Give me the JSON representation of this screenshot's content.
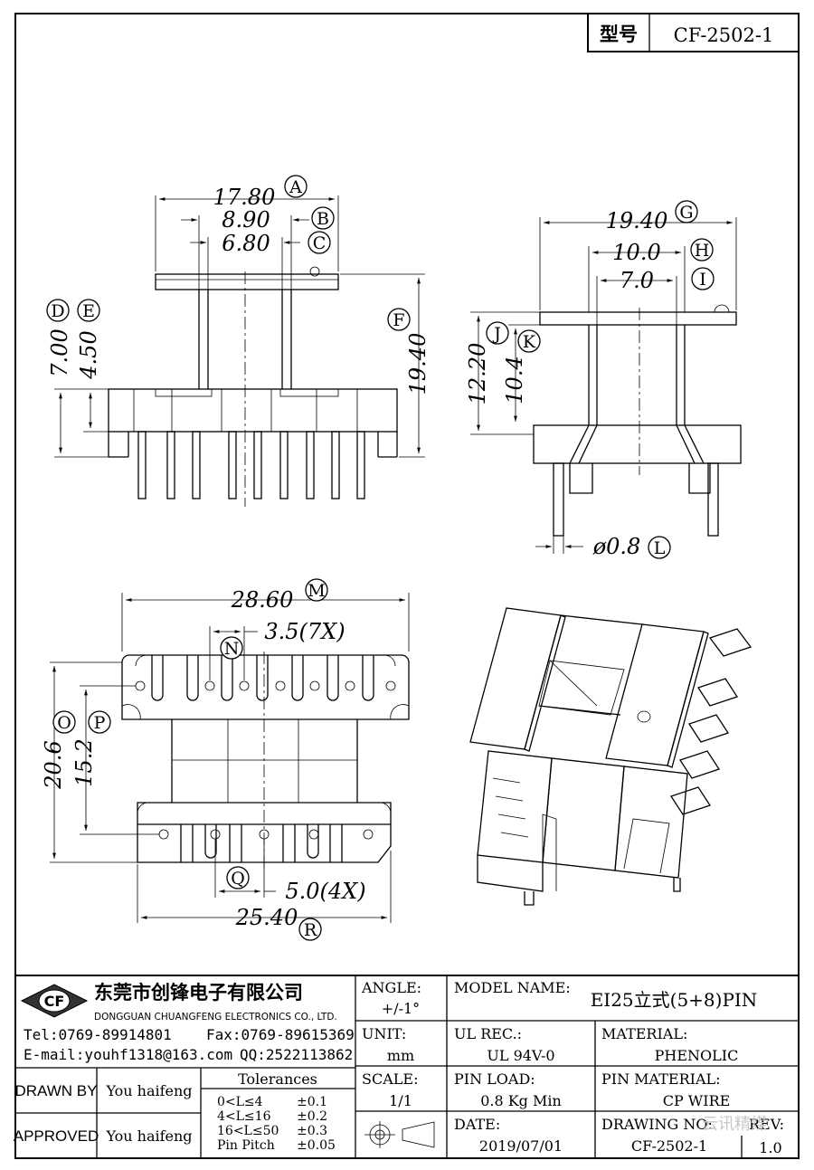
{
  "header": {
    "type_label": "型号",
    "part_no": "CF-2502-1"
  },
  "front_view": {
    "dim_a": "17.80",
    "dim_b": "8.90",
    "dim_c": "6.80",
    "dim_d": "7.00",
    "dim_e": "4.50",
    "dim_f": "19.40"
  },
  "side_view": {
    "dim_g": "19.40",
    "dim_h": "10.0",
    "dim_i": "7.0",
    "dim_j": "12.20",
    "dim_k": "10.4",
    "dim_l": "ø0.8"
  },
  "bottom_view": {
    "dim_m": "28.60",
    "dim_n": "3.5(7X)",
    "dim_o": "20.6",
    "dim_p": "15.2",
    "dim_q": "5.0(4X)",
    "dim_r": "25.40"
  },
  "markers": [
    "A",
    "B",
    "C",
    "D",
    "E",
    "F",
    "G",
    "H",
    "I",
    "J",
    "K",
    "L",
    "M",
    "N",
    "O",
    "P",
    "Q",
    "R"
  ],
  "title_block": {
    "company_cn": "东莞市创锋电子有限公司",
    "company_en": "DONGGUAN CHUANGFENG ELECTRONICS CO., LTD.",
    "logo_text": "CF",
    "tel": "Tel:0769-89914801",
    "fax": "Fax:0769-89615369",
    "email": "E-mail:youhf1318@163.com",
    "qq": "QQ:2522113862",
    "angle_label": "ANGLE:",
    "angle_value": "+/-1°",
    "unit_label": "UNIT:",
    "unit_value": "mm",
    "scale_label": "SCALE:",
    "scale_value": "1/1",
    "model_label": "MODEL NAME:",
    "model_value": "EI25立式(5+8)PIN",
    "ul_label": "UL REC.:",
    "ul_value": "UL 94V-0",
    "material_label": "MATERIAL:",
    "material_value": "PHENOLIC",
    "pin_load_label": "PIN LOAD:",
    "pin_load_value": "0.8 Kg Min",
    "pin_material_label": "PIN MATERIAL:",
    "pin_material_value": "CP WIRE",
    "date_label": "DATE:",
    "date_value": "2019/07/01",
    "drawing_no_label": "DRAWING NO:",
    "drawing_no_value": "CF-2502-1",
    "rev_label": "REV:",
    "rev_value": "1.0",
    "drawn_by_label": "DRAWN BY",
    "drawn_by_value": "You haifeng",
    "approved_label": "APPROVED",
    "approved_value": "You haifeng",
    "tolerances_title": "Tolerances",
    "tolerances": [
      {
        "range": "0<L≤4",
        "value": "±0.1"
      },
      {
        "range": "4<L≤16",
        "value": "±0.2"
      },
      {
        "range": "16<L≤50",
        "value": "±0.3"
      },
      {
        "range": "Pin Pitch",
        "value": "±0.05"
      }
    ],
    "watermark": "云讯精煤"
  }
}
